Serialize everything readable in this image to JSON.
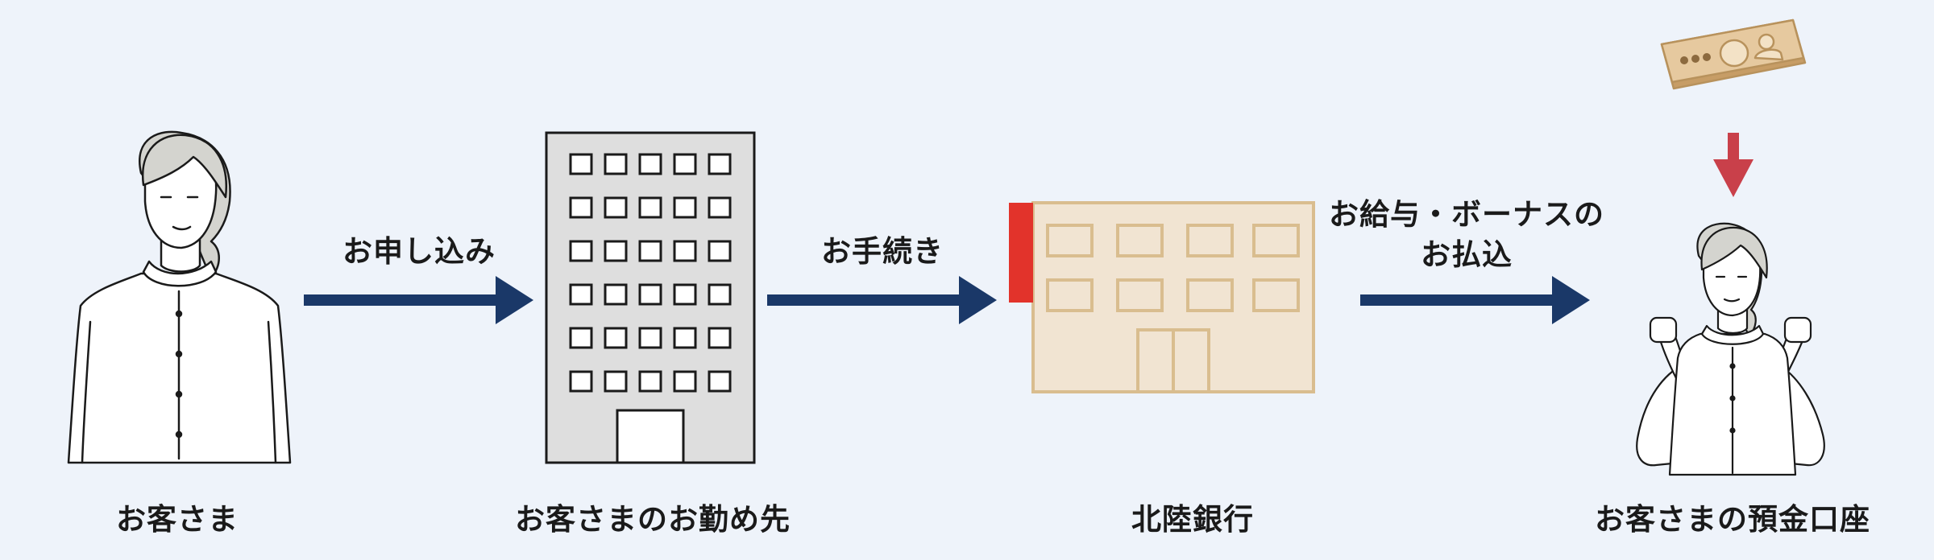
{
  "nodes": {
    "customer": "お客さま",
    "employer": "お客さまのお勤め先",
    "bank": "北陸銀行",
    "account": "お客さまの預金口座"
  },
  "arrows": {
    "apply": "お申し込み",
    "procedure": "お手続き",
    "salary_line1": "お給与・ボーナスの",
    "salary_line2": "お払込"
  },
  "colors": {
    "background": "#eef3fa",
    "arrow": "#1a3868",
    "bank_fill": "#f1e4d2",
    "bank_stroke": "#d9bd8f",
    "bank_mark": "#e2332b",
    "office_fill": "#dedede",
    "money_arrow": "#c9404a"
  },
  "icons": [
    "woman-person-icon",
    "office-building-icon",
    "bank-building-icon",
    "banknote-bundle-icon",
    "cheering-woman-icon"
  ]
}
